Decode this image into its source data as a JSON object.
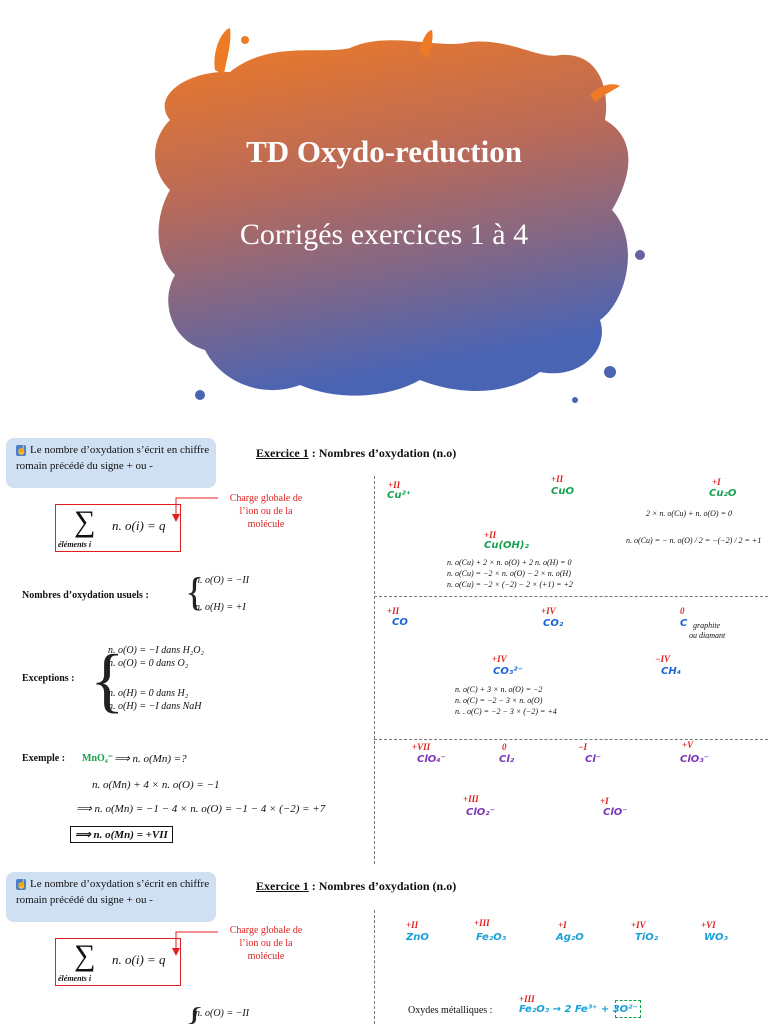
{
  "cover": {
    "title": "TD Oxydo-reduction",
    "subtitle": "Corrigés exercices 1 à 4",
    "colors": {
      "top": "#ee7a2c",
      "bottom": "#4e63b0"
    }
  },
  "slide1": {
    "note": "Le nombre d’oxydation s’écrit en chiffre romain précédé du signe + ou -",
    "exercise_title_prefix": "Exercice 1",
    "exercise_title_rest": " : Nombres d’oxydation (n.o)",
    "sum_formula": "n. o(i) = q",
    "sum_subscript": "éléments i",
    "charge_note": "Charge globale de l’ion ou de la molécule",
    "usual_label": "Nombres d’oxydation usuels :",
    "usual_1": "n. o(O) = −II",
    "usual_2": "n. o(H) = +I",
    "exceptions_label": "Exceptions :",
    "exc_1": "n. o(O) = −I   dans  H₂O₂",
    "exc_2": "n. o(O) = 0  dans  O₂",
    "exc_3": "n. o(H) = 0  dans H₂",
    "exc_4": "n. o(H) = −I dans  NaH",
    "example_label": "Exemple :",
    "example_ion": "MnO₄⁻",
    "example_q": "⟹  n. o(Mn) =?",
    "example_line1": "n. o(Mn) + 4 × n. o(O) = −1",
    "example_line2": "⟹ n. o(Mn) = −1 − 4 × n. o(O) = −1 − 4 × (−2) = +7",
    "example_result": "⟹ n. o(Mn) = +VII",
    "species": {
      "cu2p": {
        "ox": "+II",
        "name": "Cu²⁺"
      },
      "cuo": {
        "ox": "+II",
        "name": "CuO"
      },
      "cu2o": {
        "ox": "+I",
        "name": "Cu₂O"
      },
      "cuoh2": {
        "ox": "+II",
        "name": "Cu(OH)₂"
      },
      "co": {
        "ox": "+II",
        "name": "CO"
      },
      "co2": {
        "ox": "+IV",
        "name": "CO₂"
      },
      "c": {
        "ox": "0",
        "name": "C",
        "note1": "graphite",
        "note2": "ou diamant"
      },
      "co3": {
        "ox": "+IV",
        "name": "CO₃²⁻"
      },
      "ch4": {
        "ox": "−IV",
        "name": "CH₄"
      },
      "clo4": {
        "ox": "+VII",
        "name": "ClO₄⁻"
      },
      "cl2": {
        "ox": "0",
        "name": "Cl₂"
      },
      "clm": {
        "ox": "−I",
        "name": "Cl⁻"
      },
      "clo3": {
        "ox": "+V",
        "name": "ClO₃⁻"
      },
      "clo2": {
        "ox": "+III",
        "name": "ClO₂⁻"
      },
      "clo": {
        "ox": "+I",
        "name": "ClO⁻"
      }
    },
    "cu2o_eq1": "2 × n. o(Cu) + n. o(O) = 0",
    "cu2o_eq2": "n. o(Cu) = − n. o(O) / 2 = −(−2) / 2 = +1",
    "cuoh2_eq1": "n. o(Cu) + 2 × n. o(O) + 2 n. o(H) = 0",
    "cuoh2_eq2": "n. o(Cu) = −2 × n. o(O) − 2 × n. o(H)",
    "cuoh2_eq3": "n. o(Cu) = −2 × (−2) − 2 × (+1) =  +2",
    "co3_eq1": "n. o(C) + 3 × n. o(O) = −2",
    "co3_eq2": "n. o(C) = −2 − 3 × n. o(O)",
    "co3_eq3": "n. . o(C) = −2 − 3 × (−2) =  +4"
  },
  "slide2": {
    "note": "Le nombre d’oxydation s’écrit en chiffre romain précédé du signe + ou -",
    "exercise_title_prefix": "Exercice 1",
    "exercise_title_rest": " : Nombres d’oxydation (n.o)",
    "sum_formula": "n. o(i) = q",
    "sum_subscript": "éléments i",
    "charge_note": "Charge globale de l’ion ou de la molécule",
    "usual_1": "n. o(O) = −II",
    "species": {
      "zno": {
        "ox": "+II",
        "name": "ZnO"
      },
      "fe2o3": {
        "ox": "+III",
        "name": "Fe₂O₃"
      },
      "ag2o": {
        "ox": "+I",
        "name": "Ag₂O"
      },
      "tio2": {
        "ox": "+IV",
        "name": "TiO₂"
      },
      "wo3": {
        "ox": "+VI",
        "name": "WO₃"
      }
    },
    "oxides_label": "Oxydes métalliques :",
    "oxides_ox": "+III",
    "oxides_eq": "Fe₂O₃ → 2 Fe³⁺ + 3O²⁻"
  }
}
